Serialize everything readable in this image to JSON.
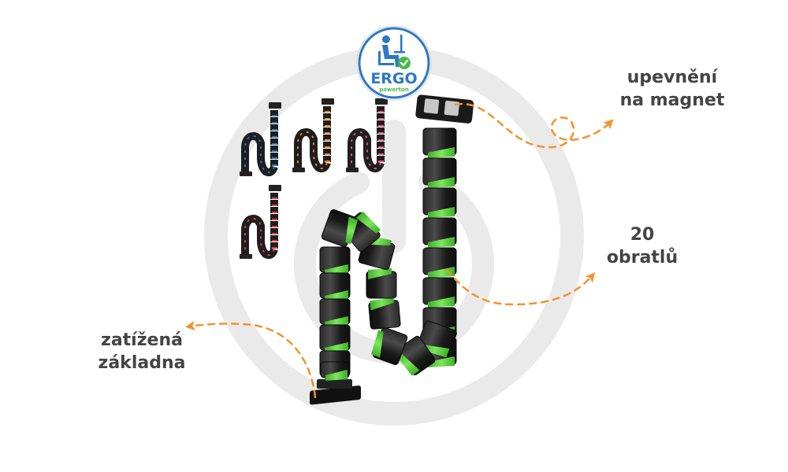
{
  "brand": {
    "name": "ERGO",
    "subname": "powerton",
    "badge_icon": "ergonomic-seated-person-check-icon"
  },
  "product": {
    "name": "cable spine organizer",
    "main_color": "green",
    "variants": [
      {
        "name": "blue",
        "accent": "#2a72c8"
      },
      {
        "name": "orange",
        "accent": "#f0801e"
      },
      {
        "name": "pink",
        "accent": "#e8508a"
      },
      {
        "name": "red",
        "accent": "#e03c3c"
      }
    ]
  },
  "callouts": {
    "magnet": {
      "line1": "upevnění",
      "line2": "na magnet"
    },
    "vertebrae": {
      "line1": "20",
      "line2": "obratlů"
    },
    "base": {
      "line1": "zatížená",
      "line2": "základna"
    }
  },
  "colors": {
    "text": "#444444",
    "arrow": "#f4922a",
    "background_symbol": "#ebeaea",
    "segment": "#1f1f1f",
    "core": "#5ed63d",
    "logo_blue": "#2b78c2",
    "logo_green": "#47b949"
  },
  "background_icon": "power-symbol-icon"
}
